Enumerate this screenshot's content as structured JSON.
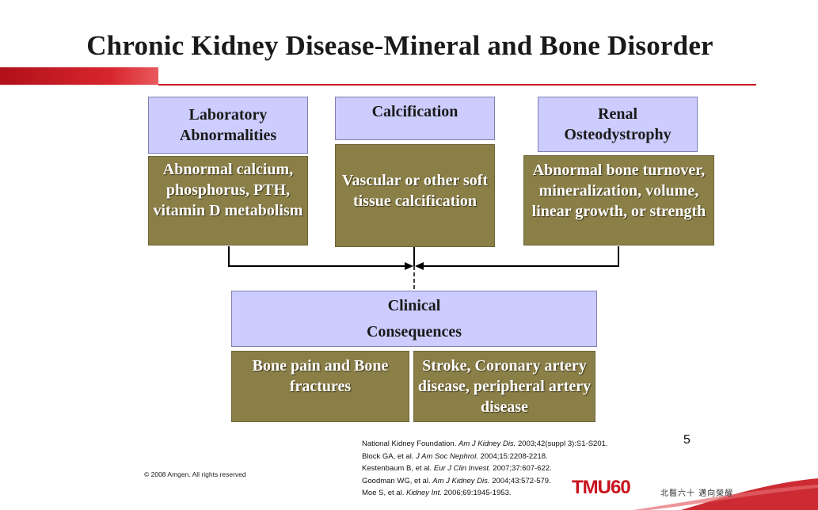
{
  "title": "Chronic Kidney Disease-Mineral and Bone Disorder",
  "boxes": {
    "lab": {
      "header": "Laboratory\nAbnormalities",
      "body": "Abnormal calcium,\nphosphorus, PTH,\nvitamin D metabolism"
    },
    "calc": {
      "header": "Calcification",
      "body": "Vascular or other soft\ntissue calcification"
    },
    "renal": {
      "header": "Renal\nOsteodystrophy",
      "body": "Abnormal bone turnover,\nmineralization, volume,\nlinear growth, or strength"
    },
    "clinical": {
      "header": "Clinical\nConsequences",
      "left": "Bone pain and Bone\nfractures",
      "right": "Stroke, Coronary artery\ndisease, peripheral artery\ndisease"
    }
  },
  "references": [
    {
      "authors": "National Kidney Foundation.",
      "journal": "Am J Kidney Dis.",
      "rest": "2003;42(suppl 3):S1-S201."
    },
    {
      "authors": "Block GA, et al.",
      "journal": "J Am Soc Nephrol.",
      "rest": "2004;15:2208-2218."
    },
    {
      "authors": "Kestenbaum B, et al.",
      "journal": "Eur J Clin Invest.",
      "rest": "2007;37:607-622."
    },
    {
      "authors": "Goodman WG, et al.",
      "journal": "Am J Kidney Dis.",
      "rest": "2004;43:572-579."
    },
    {
      "authors": "Moe S, et al.",
      "journal": "Kidney Int.",
      "rest": "2006;69:1945-1953."
    }
  ],
  "copyright": "© 2008 Amgen. All rights reserved",
  "page_number": "5",
  "logo": {
    "text": "TMU60",
    "tagline": "北醫六十 邁向榮耀"
  },
  "colors": {
    "header_fill": "#ccccff",
    "body_fill": "#8b7f48",
    "accent_red": "#c8141e"
  }
}
